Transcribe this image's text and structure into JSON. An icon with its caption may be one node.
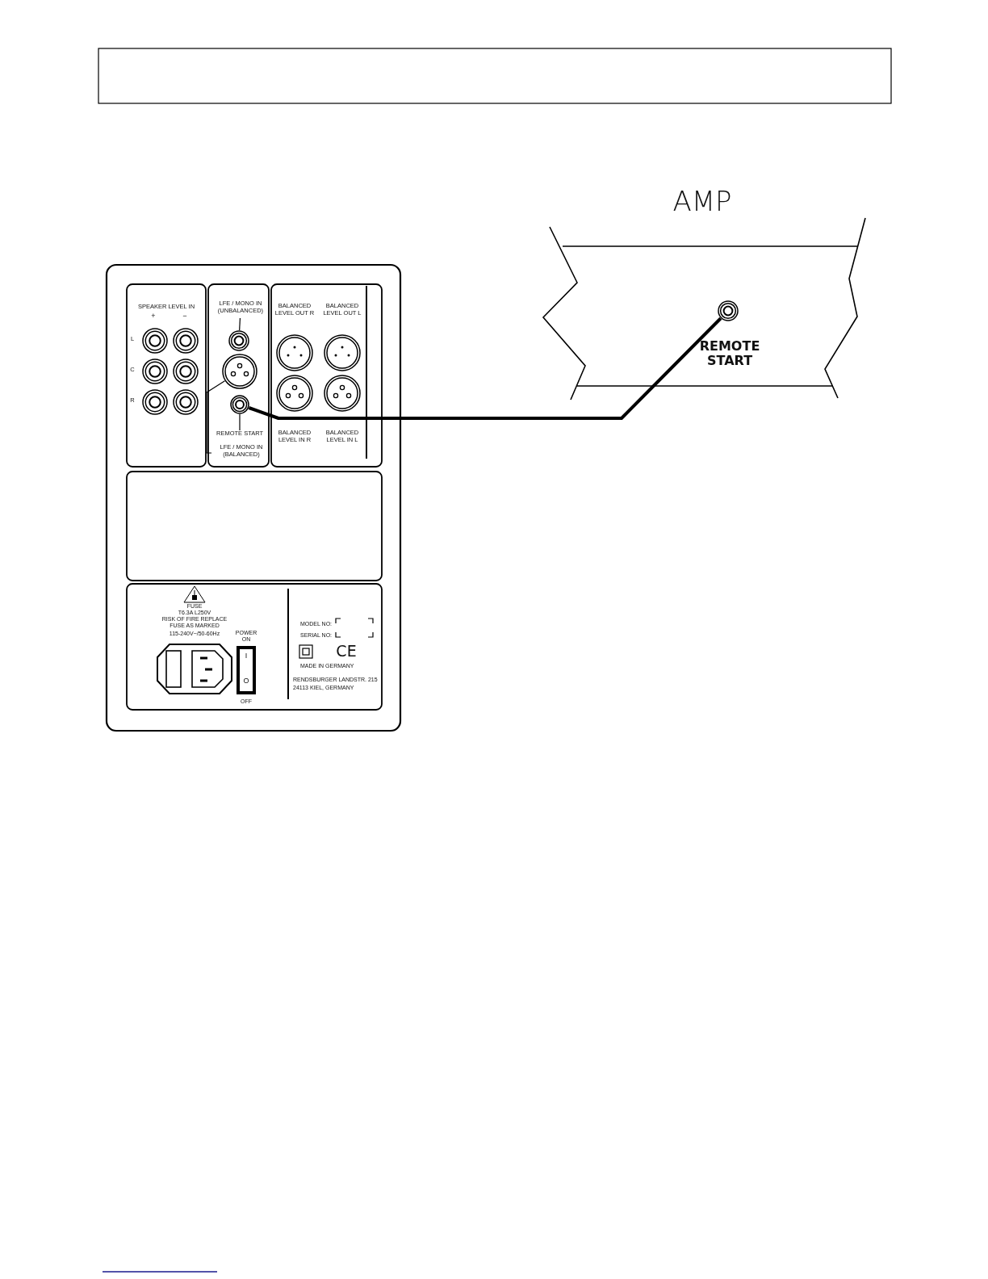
{
  "diagram": {
    "nodes": [
      {
        "text": [
          "AMP"
        ]
      },
      {
        "text": [
          "REMOTE START"
        ],
        "in": 0
      },
      {
        "text": [
          "LFE / MONO IN (UNBALANCED)"
        ]
      },
      {
        "text": [],
        "shape": "circle"
      },
      {
        "text": [],
        "shape": "circle"
      },
      {
        "text": [],
        "shape": "circle"
      },
      {
        "text": [
          "REMOTE START"
        ]
      },
      {
        "text": [
          "LFE / MONO IN (BALANCED)"
        ]
      }
    ],
    "edges": [
      {
        "from": 5,
        "to": 1,
        "arrow": "none",
        "style": "thick"
      },
      {
        "from": 2,
        "to": 3,
        "arrow": "none"
      },
      {
        "from": 6,
        "to": 5,
        "arrow": "none"
      },
      {
        "from": 7,
        "to": 4,
        "arrow": "none"
      }
    ],
    "labels": [
      "SPEAKER LEVEL IN",
      "+",
      "−",
      "L",
      "C",
      "R",
      "BALANCED LEVEL OUT R",
      "BALANCED LEVEL OUT L",
      "BALANCED LEVEL IN R",
      "BALANCED LEVEL IN L",
      "FUSE",
      "T6.3A L250V",
      "RISK OF FIRE REPLACE FUSE AS MARKED",
      "115-240V~/50-60Hz",
      "POWER ON",
      "I",
      "O",
      "OFF",
      "MODEL NO:",
      "SERIAL NO:",
      "CE",
      "MADE IN GERMANY",
      "RENDSBURGER LANDSTR. 215",
      "24113 KIEL, GERMANY"
    ]
  }
}
